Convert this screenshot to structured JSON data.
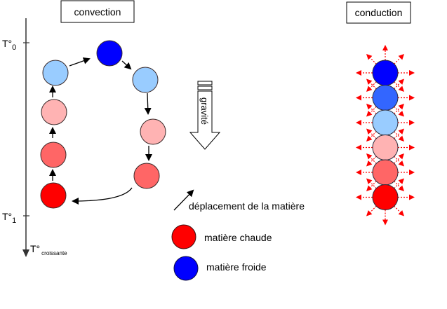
{
  "titles": {
    "convection": "convection",
    "conduction": "conduction"
  },
  "axis": {
    "t0_main": "T°",
    "t0_sub": "0",
    "t1_main": "T°",
    "t1_sub": "1",
    "increasing_main": "T°",
    "increasing_sub": "croissante"
  },
  "gravity_label": "gravité",
  "legend": {
    "movement": "déplacement de la matière",
    "hot": "matière chaude",
    "cold": "matière froide"
  },
  "colors": {
    "hot": "#ff0000",
    "warm": "#ff6666",
    "lukewarm": "#ffb3b3",
    "cool": "#99ccff",
    "coldish": "#3366ff",
    "cold": "#0000ff",
    "heat_arrow": "#ff0000"
  },
  "convection_cycle": [
    {
      "name": "hot-left",
      "color": "hot"
    },
    {
      "name": "warm-left",
      "color": "warm"
    },
    {
      "name": "lukewarm-left",
      "color": "lukewarm"
    },
    {
      "name": "cool-left",
      "color": "cool"
    },
    {
      "name": "cold-top",
      "color": "cold"
    },
    {
      "name": "cool-right",
      "color": "cool"
    },
    {
      "name": "lukewarm-right",
      "color": "lukewarm"
    },
    {
      "name": "warm-right",
      "color": "warm"
    }
  ],
  "conduction_stack": [
    {
      "name": "cold",
      "color": "cold"
    },
    {
      "name": "coldish",
      "color": "coldish"
    },
    {
      "name": "cool",
      "color": "cool"
    },
    {
      "name": "lukewarm",
      "color": "lukewarm"
    },
    {
      "name": "warm",
      "color": "warm"
    },
    {
      "name": "hot",
      "color": "hot"
    }
  ]
}
